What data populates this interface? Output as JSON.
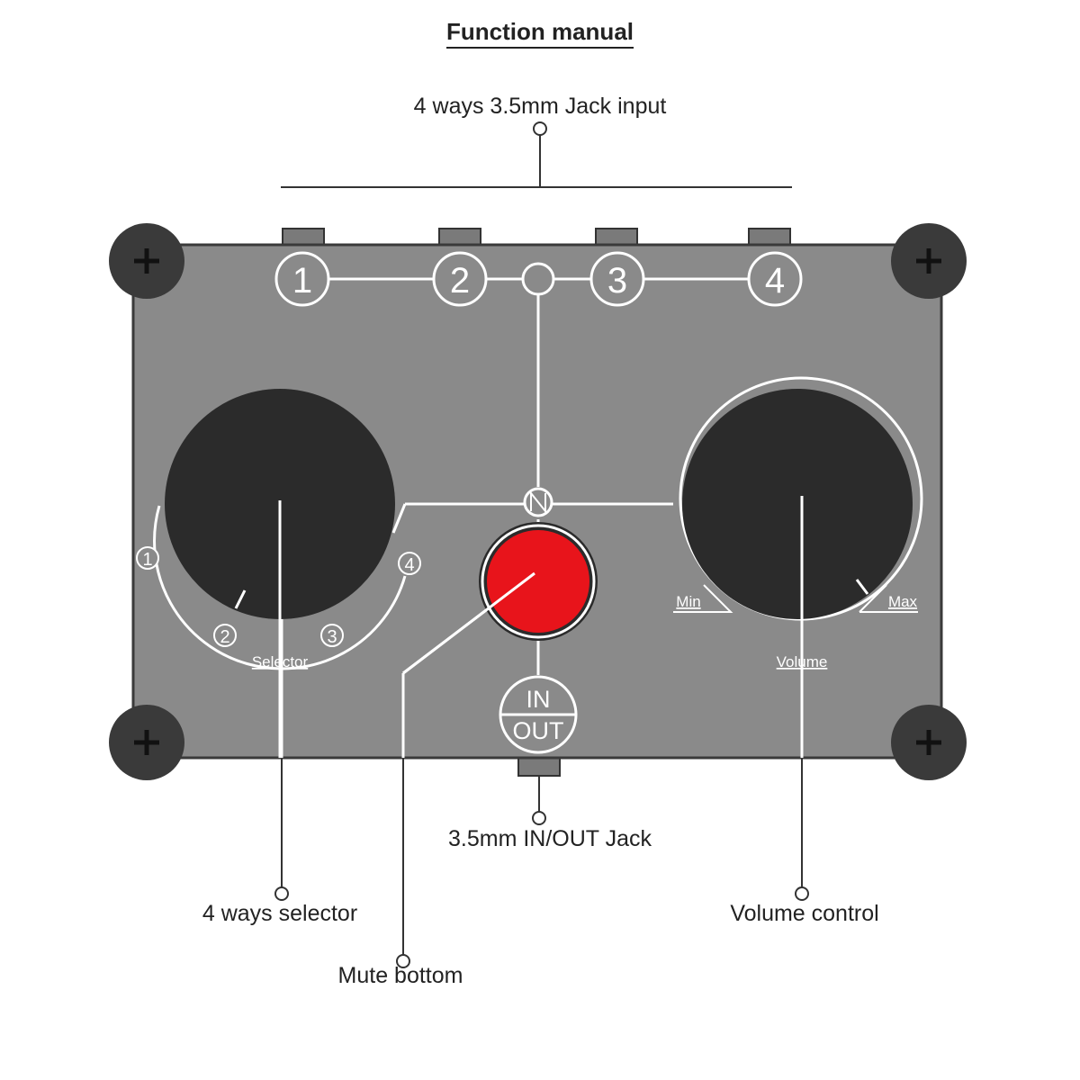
{
  "title": "Function manual",
  "callouts": {
    "jack_input": "4 ways 3.5mm Jack input",
    "inout_jack": "3.5mm  IN/OUT Jack",
    "selector": "4 ways selector",
    "volume": "Volume control",
    "mute": "Mute bottom"
  },
  "ports": [
    "1",
    "2",
    "3",
    "4"
  ],
  "selector_marks": [
    "1",
    "2",
    "3",
    "4"
  ],
  "panel_labels": {
    "selector": "Selector",
    "volume": "Volume",
    "min": "Min",
    "max": "Max",
    "in": "IN",
    "out": "OUT"
  },
  "colors": {
    "panel": "#8a8a8a",
    "knob": "#2b2b2b",
    "screw": "#3a3a3a",
    "mute_button": "#e8141b",
    "line": "#ffffff",
    "callout_line": "#333333"
  },
  "icons": {
    "screws": "plus-screw-icon",
    "center": "n-logo-icon"
  }
}
